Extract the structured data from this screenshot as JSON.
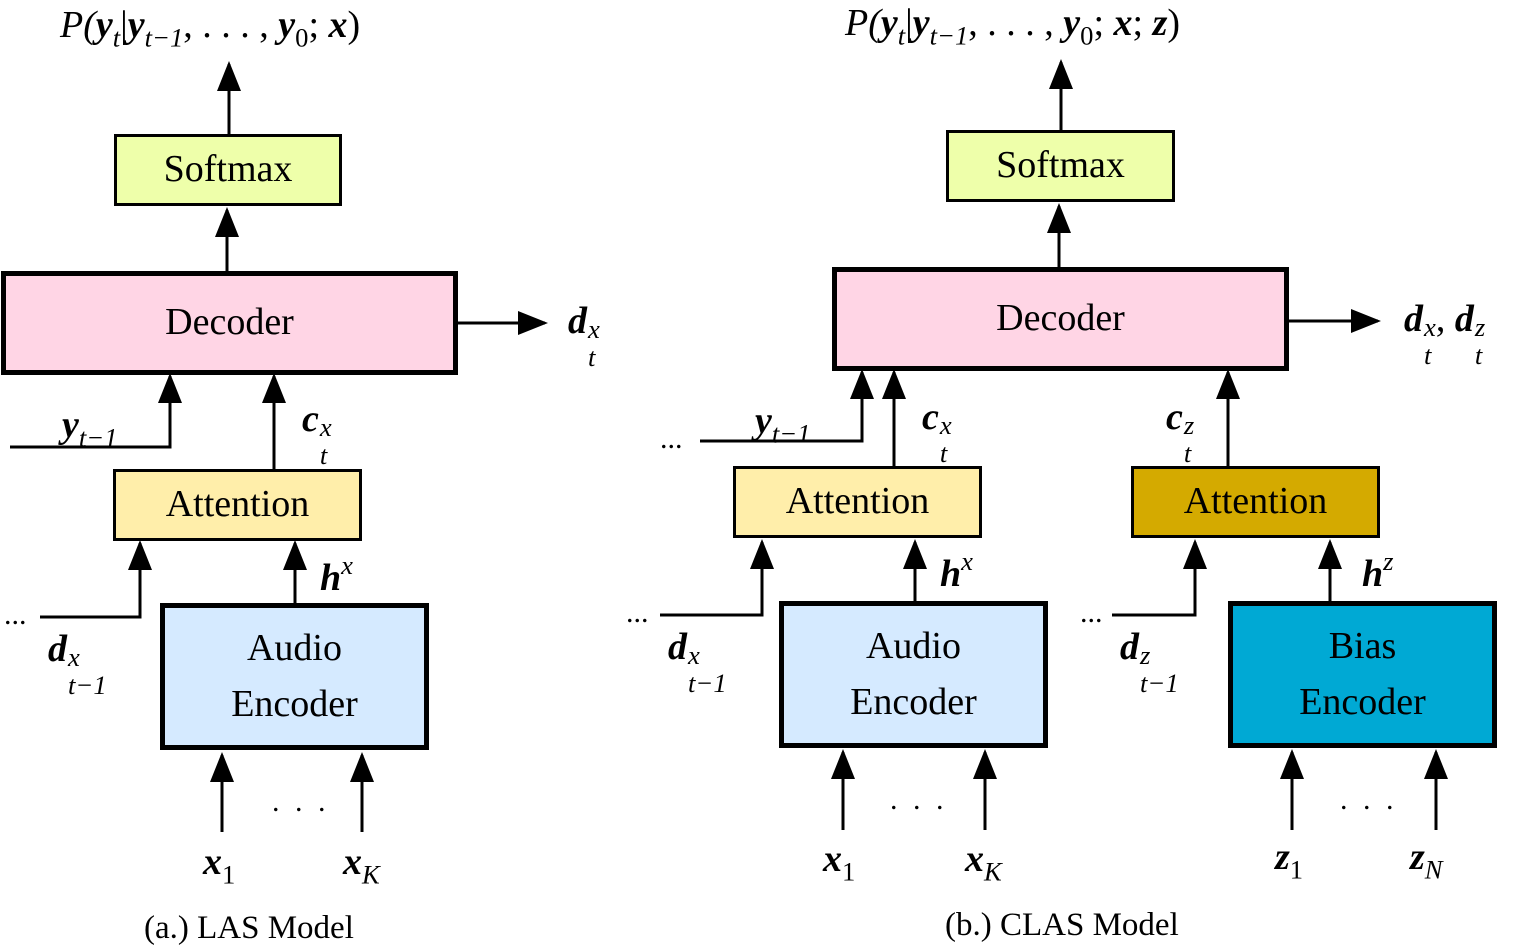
{
  "left": {
    "caption": "(a.) LAS Model",
    "output": {
      "p": "P(",
      "y": "y",
      "t": "t",
      "bar": "|",
      "ym1": "y",
      "tm1": "t−1",
      "mid": ", . . . , ",
      "y0": "y",
      "zero": "0",
      "semi": "; ",
      "x": "x",
      "close": ")"
    },
    "softmax": "Softmax",
    "decoder": "Decoder",
    "attention": "Attention",
    "encoder_line1": "Audio",
    "encoder_line2": "Encoder",
    "dt": {
      "d": "d",
      "sup": "x",
      "sub": "t"
    },
    "yt1": {
      "y": "y",
      "sub": "t−1"
    },
    "ct": {
      "c": "c",
      "sup": "x",
      "sub": "t"
    },
    "hx": {
      "h": "h",
      "sup": "x"
    },
    "dt1": {
      "d": "d",
      "sup": "x",
      "sub": "t−1",
      "dots": "..."
    },
    "x1": {
      "x": "x",
      "sub": "1"
    },
    "xK": {
      "x": "x",
      "sub": "K"
    },
    "mid_dots": ". . ."
  },
  "right": {
    "caption": "(b.) CLAS Model",
    "output": {
      "p": "P(",
      "y": "y",
      "t": "t",
      "bar": "|",
      "ym1": "y",
      "tm1": "t−1",
      "mid": ", . . . , ",
      "y0": "y",
      "zero": "0",
      "semi": "; ",
      "x": "x",
      "semi2": "; ",
      "z": "z",
      "close": ")"
    },
    "softmax": "Softmax",
    "decoder": "Decoder",
    "attention_audio": "Attention",
    "attention_bias": "Attention",
    "audio_encoder_line1": "Audio",
    "audio_encoder_line2": "Encoder",
    "bias_encoder_line1": "Bias",
    "bias_encoder_line2": "Encoder",
    "dtx": {
      "d": "d",
      "sup": "x",
      "sub": "t",
      "comma": ", "
    },
    "dtz": {
      "d": "d",
      "sup": "z",
      "sub": "t"
    },
    "yt1": {
      "y": "y",
      "sub": "t−1",
      "dots": "..."
    },
    "ctx": {
      "c": "c",
      "sup": "x",
      "sub": "t"
    },
    "ctz": {
      "c": "c",
      "sup": "z",
      "sub": "t"
    },
    "hx": {
      "h": "h",
      "sup": "x"
    },
    "hz": {
      "h": "h",
      "sup": "z"
    },
    "dtx1": {
      "d": "d",
      "sup": "x",
      "sub": "t−1",
      "dots": "..."
    },
    "dtz1": {
      "d": "d",
      "sup": "z",
      "sub": "t−1",
      "dots": "..."
    },
    "x1": {
      "x": "x",
      "sub": "1"
    },
    "xK": {
      "x": "x",
      "sub": "K"
    },
    "z1": {
      "z": "z",
      "sub": "1"
    },
    "zN": {
      "z": "z",
      "sub": "N"
    },
    "mid_dots_x": ". . .",
    "mid_dots_z": ". . ."
  },
  "colors": {
    "softmax": "#eeffaa",
    "decoder": "#ffd5e5",
    "attention": "#ffeeaa",
    "attention_bias": "#d4aa00",
    "audio_encoder": "#d5eaff",
    "bias_encoder": "#00a9d4"
  }
}
